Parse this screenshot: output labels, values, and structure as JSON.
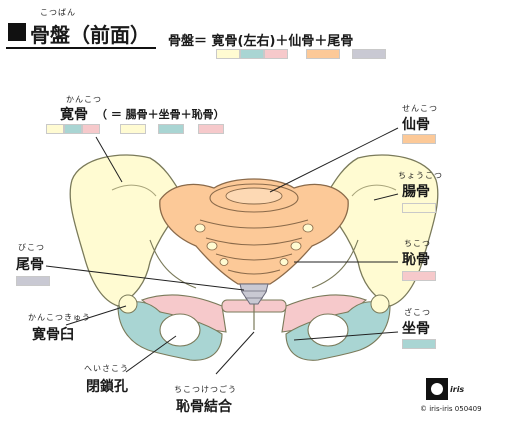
{
  "title": {
    "ruby": "こつばん",
    "text": "骨盤（前面）"
  },
  "formula": {
    "text": "骨盤＝ 寛骨(左右)＋仙骨＋尾骨"
  },
  "labels": {
    "kankotsu": {
      "ruby": "かんこつ",
      "text": "寛骨",
      "formula": "（ ＝ 腸骨＋坐骨＋恥骨）"
    },
    "senkotsu": {
      "ruby": "せんこつ",
      "text": "仙骨"
    },
    "choukotsu": {
      "ruby": "ちょうこつ",
      "text": "腸骨"
    },
    "chikotsu": {
      "ruby": "ちこつ",
      "text": "恥骨"
    },
    "zakotsu": {
      "ruby": "ざこつ",
      "text": "坐骨"
    },
    "bikotsu": {
      "ruby": "びこつ",
      "text": "尾骨"
    },
    "kankotsukyuu": {
      "ruby": "かんこつきゅう",
      "text": "寛骨臼"
    },
    "heisakou": {
      "ruby": "へいさこう",
      "text": "閉鎖孔"
    },
    "chikotsuketsugou": {
      "ruby": "ちこつけつごう",
      "text": "恥骨結合"
    }
  },
  "colors": {
    "ilium": "#fffbd2",
    "ischium": "#a9d5d3",
    "pubis": "#f6c9cb",
    "sacrum": "#fcc998",
    "coccyx": "#c9c9d3"
  },
  "logo": {
    "text": "iris"
  },
  "copyright": "© iris-iris  050409"
}
